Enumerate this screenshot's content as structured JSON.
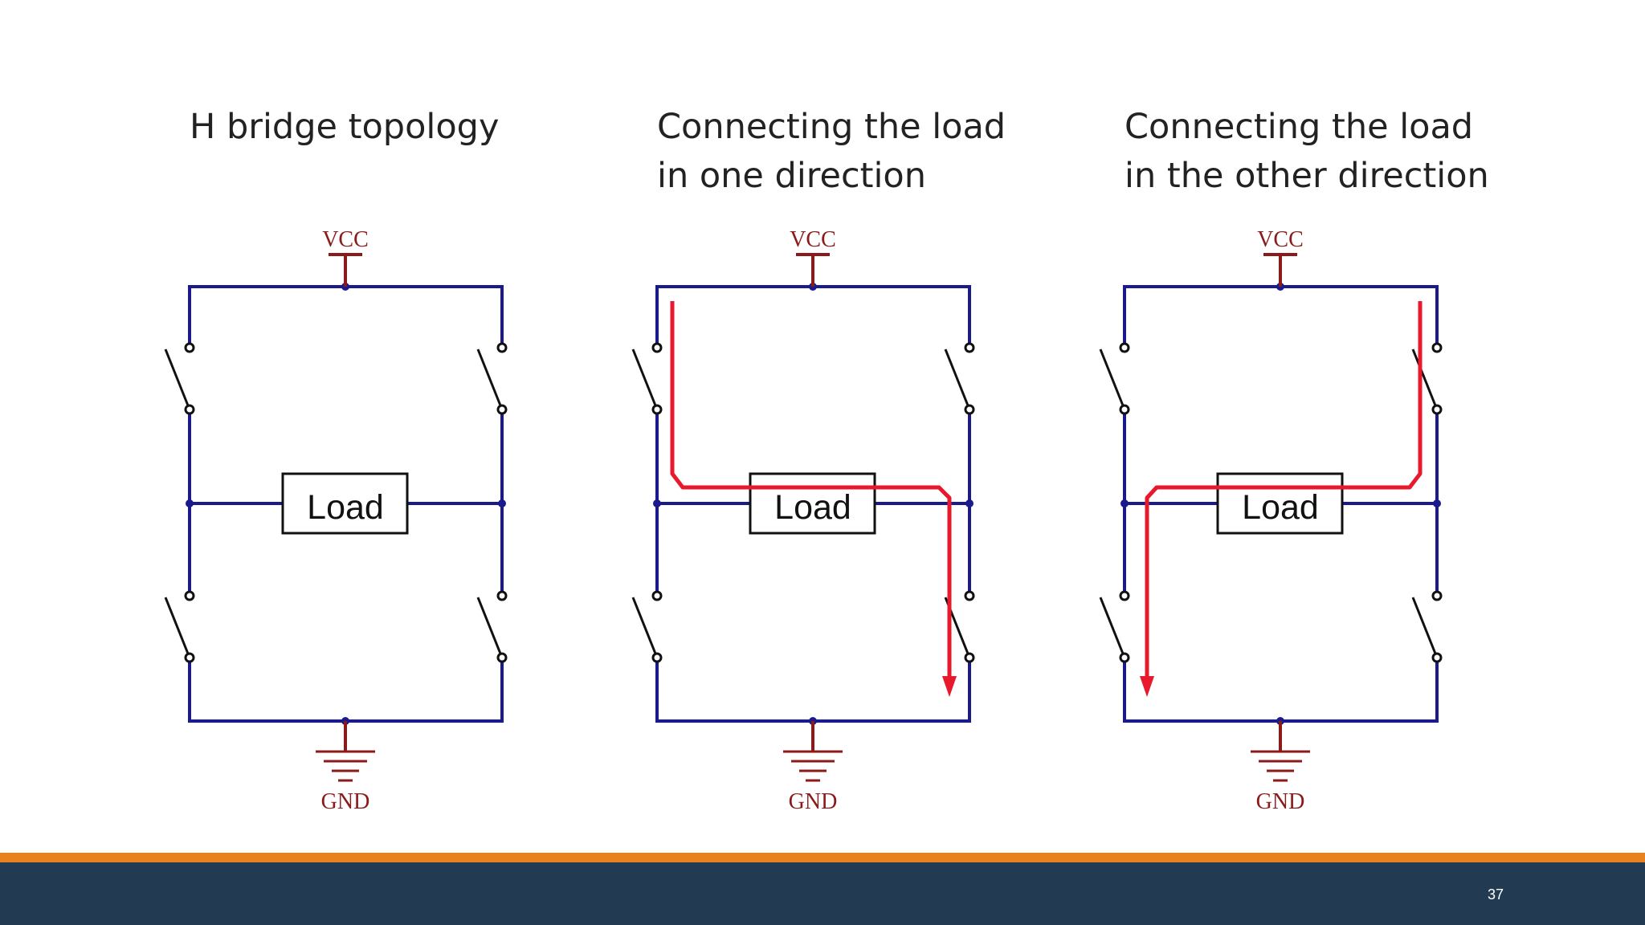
{
  "panels": [
    {
      "title_lines": [
        "H bridge topology"
      ],
      "vcc": "VCC",
      "gnd": "GND",
      "load": "Load",
      "current_path": "none"
    },
    {
      "title_lines": [
        "Connecting the load",
        "in one direction"
      ],
      "vcc": "VCC",
      "gnd": "GND",
      "load": "Load",
      "current_path": "left-high-to-right-low"
    },
    {
      "title_lines": [
        "Connecting the load",
        "in the other direction"
      ],
      "vcc": "VCC",
      "gnd": "GND",
      "load": "Load",
      "current_path": "right-high-to-left-low"
    }
  ],
  "footer": {
    "page_number": "37"
  },
  "colors": {
    "wire": "#1a1a8c",
    "supply_symbol": "#8b1a1a",
    "current_arrow": "#e8192c",
    "accent_bar": "#e8821e",
    "footer_bg": "#233a53",
    "text": "#222222"
  }
}
